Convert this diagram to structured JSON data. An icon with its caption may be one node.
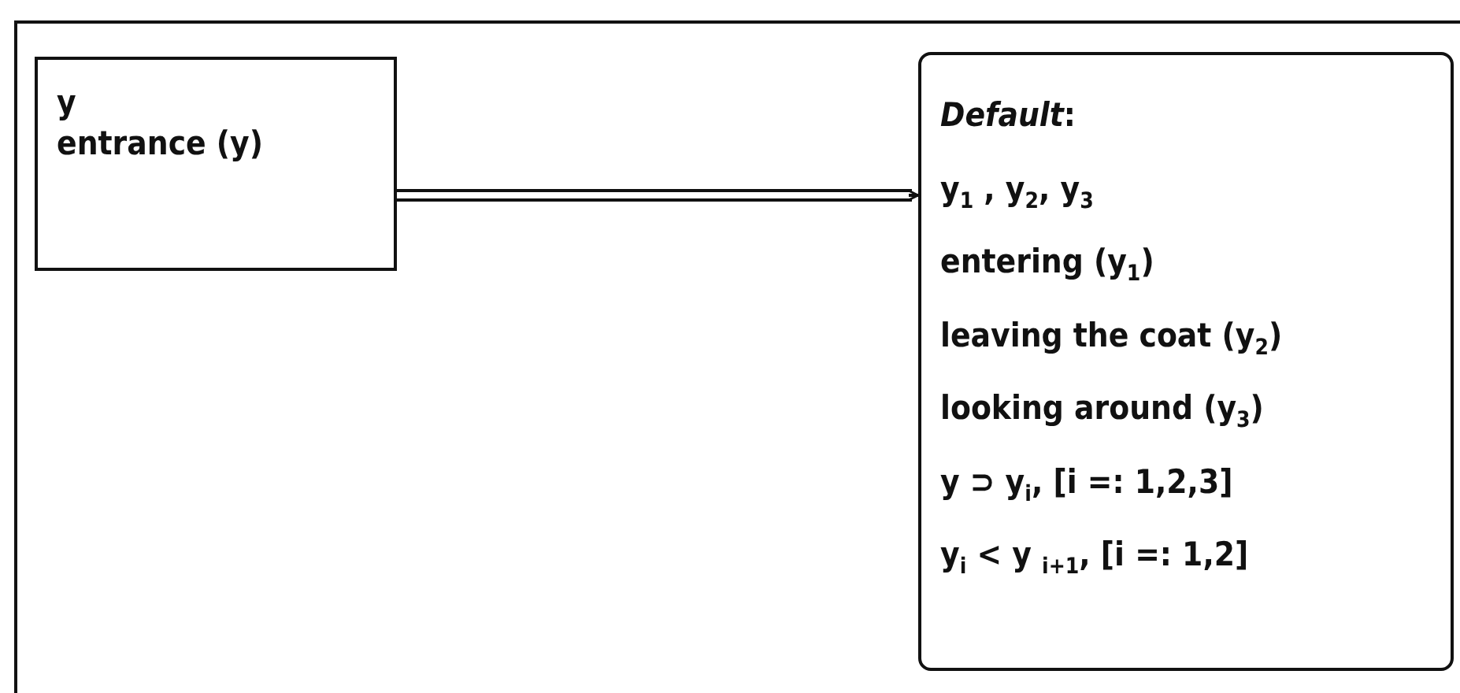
{
  "diagram": {
    "nodes": [
      {
        "text": [
          "y",
          "entrance (y)"
        ]
      },
      {
        "text": [
          "*Default*:",
          "y$_{1}$ , y$_{2}$, y$_{3}$",
          "entering (y$_{1}$)",
          "leaving the coat (y$_{2}$)",
          "looking around (y$_{3}$)",
          "y ⊃ y$_{i}$, [i =: 1,2,3]",
          "y$_{i}$ < y $_{i+1}$, [i =: 1,2]"
        ]
      }
    ],
    "edges": [
      {
        "from": 0,
        "to": 1,
        "arrow": "to"
      }
    ]
  }
}
